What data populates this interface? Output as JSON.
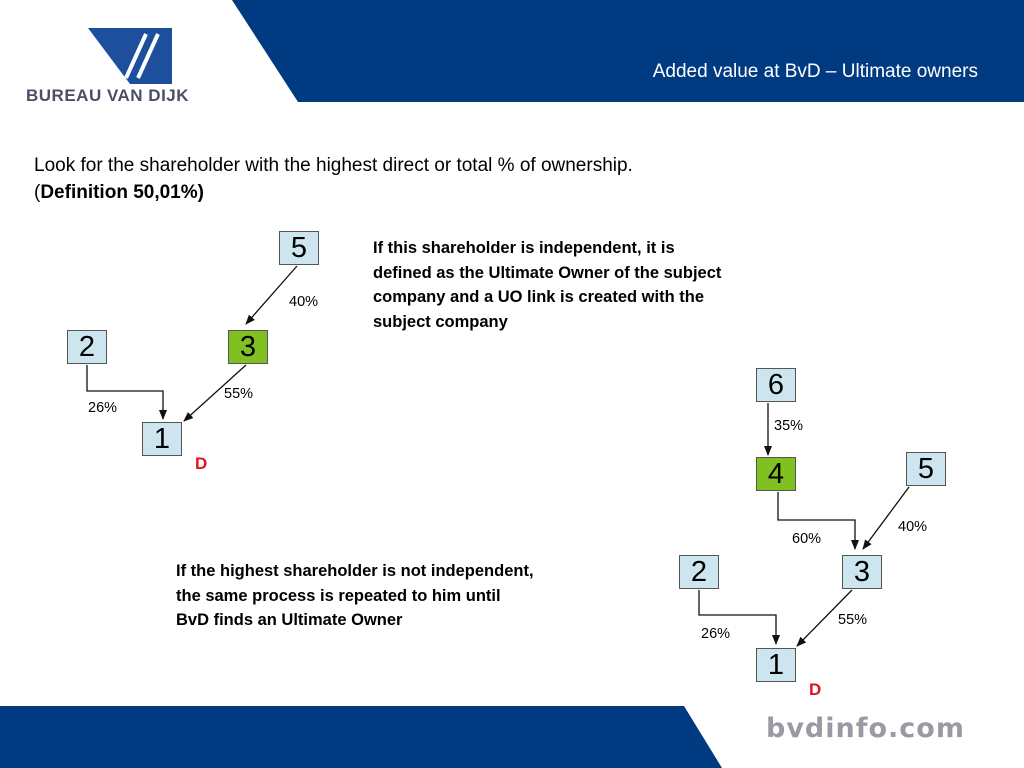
{
  "header": {
    "title": "Added value at BvD – Ultimate owners",
    "logo_text": "BUREAU VAN DIJK",
    "band_color": "#003a80"
  },
  "intro": {
    "line1": "Look for the shareholder with the highest direct or total % of ownership.",
    "line2_prefix": "(",
    "line2_bold": "Definition 50,01%)"
  },
  "note_top": {
    "lines": [
      "If this shareholder is independent, it is",
      "defined as the Ultimate Owner of the subject",
      "company and a UO link is created with the",
      "subject company"
    ]
  },
  "note_bottom": {
    "lines": [
      "If the highest shareholder is not independent,",
      "the same process is repeated to him until",
      "BvD finds an Ultimate Owner"
    ]
  },
  "diagram_left": {
    "nodes": {
      "n5": "5",
      "n2": "2",
      "n3": "3",
      "n1": "1"
    },
    "labels": {
      "p40": "40%",
      "p55": "55%",
      "p26": "26%"
    },
    "marker": "D"
  },
  "diagram_right": {
    "nodes": {
      "n6": "6",
      "n4": "4",
      "n5": "5",
      "n2": "2",
      "n3": "3",
      "n1": "1"
    },
    "labels": {
      "p35": "35%",
      "p60": "60%",
      "p40": "40%",
      "p26": "26%",
      "p55": "55%"
    },
    "marker": "D"
  },
  "colors": {
    "box_fill": "#cde5ee",
    "highlight_fill": "#80c020",
    "marker_red": "#e0141b"
  },
  "footer": {
    "url": "bvdinfo.com",
    "band_color": "#003a80"
  }
}
